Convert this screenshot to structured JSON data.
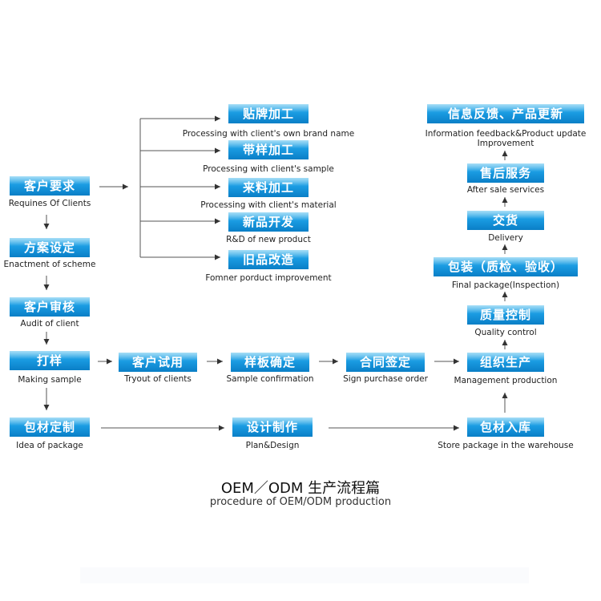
{
  "nodes": {
    "client_brand": {
      "label": "贴牌加工",
      "caption": "Processing with client's own brand name"
    },
    "client_sample": {
      "label": "带样加工",
      "caption": "Processing with client's sample"
    },
    "client_material": {
      "label": "来料加工",
      "caption": "Processing with client's material"
    },
    "rnd": {
      "label": "新品开发",
      "caption": "R&D of new product"
    },
    "improvement": {
      "label": "旧品改造",
      "caption": "Fomner porduct improvement"
    },
    "requires": {
      "label": "客户要求",
      "caption": "Requines Of Clients"
    },
    "scheme": {
      "label": "方案设定",
      "caption": "Enactment of scheme"
    },
    "audit": {
      "label": "客户审核",
      "caption": "Audit of client"
    },
    "making_sample": {
      "label": "打样",
      "caption": "Making sample"
    },
    "tryout": {
      "label": "客户试用",
      "caption": "Tryout of clients"
    },
    "confirm": {
      "label": "样板确定",
      "caption": "Sample confirmation"
    },
    "purchase": {
      "label": "合同签定",
      "caption": "Sign purchase order"
    },
    "package_idea": {
      "label": "包材定制",
      "caption": "Idea of package"
    },
    "design": {
      "label": "设计制作",
      "caption": "Plan&Design"
    },
    "store": {
      "label": "包材入库",
      "caption": "Store package in the warehouse"
    },
    "production": {
      "label": "组织生产",
      "caption": "Management production"
    },
    "quality": {
      "label": "质量控制",
      "caption": "Quality control"
    },
    "final_package": {
      "label": "包装（质检、验收）",
      "caption": "Final package(Inspection)"
    },
    "delivery": {
      "label": "交货",
      "caption": "Delivery"
    },
    "after_sale": {
      "label": "售后服务",
      "caption": "After sale services"
    },
    "feedback": {
      "label": "信息反馈、产品更新",
      "caption": "Information feedback&Product update",
      "caption2": "Improvement"
    }
  },
  "footer": {
    "title": "OEM／ODM  生产流程篇",
    "subtitle": "procedure of OEM/ODM production"
  }
}
